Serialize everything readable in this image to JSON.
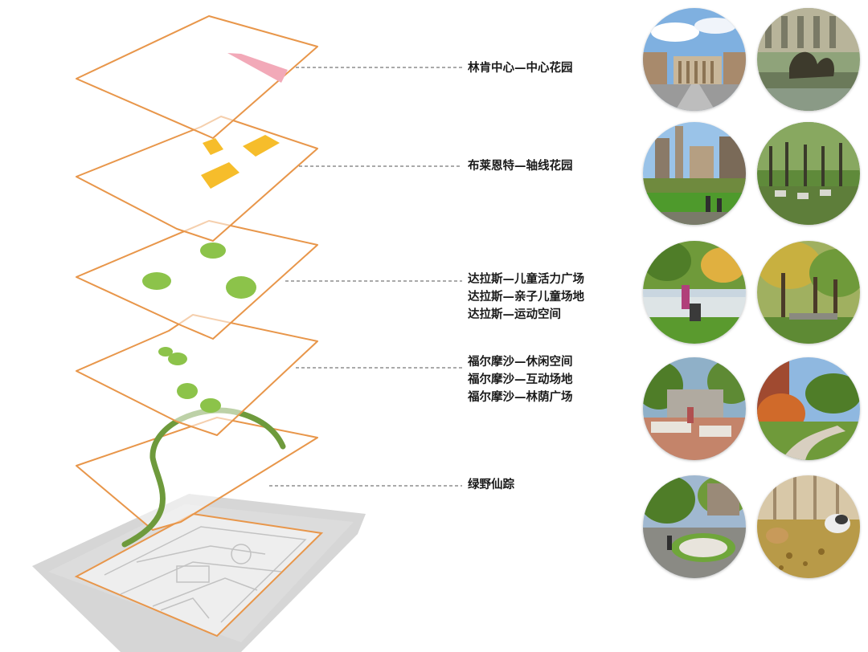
{
  "colors": {
    "layer_outline": "#e8964a",
    "leader_line": "#555555",
    "pink_block": "#f2a9b8",
    "yellow_block": "#f6bd2b",
    "green_spot": "#8cc34a",
    "green_arc": "#6e9a3c",
    "base_plan": "#d3d3d3"
  },
  "layers": [
    {
      "id": "lincoln",
      "lines": [
        "林肯中心—中心花园"
      ],
      "photos": [
        "plaza-photo",
        "courtyard-sculpture-photo"
      ]
    },
    {
      "id": "bryant",
      "lines": [
        "布莱恩特—轴线花园"
      ],
      "photos": [
        "city-park-lawn-photo",
        "tree-grove-photo"
      ]
    },
    {
      "id": "dallas",
      "lines": [
        "达拉斯—儿童活力广场",
        "达拉斯—亲子儿童场地",
        "达拉斯—运动空间"
      ],
      "photos": [
        "children-play-photo",
        "autumn-trees-photo"
      ]
    },
    {
      "id": "fulmozha",
      "lines": [
        "福尔摩沙—休闲空间",
        "福尔摩沙—互动场地",
        "福尔摩沙—林荫广场"
      ],
      "photos": [
        "leisure-seating-photo",
        "garden-path-photo"
      ]
    },
    {
      "id": "green",
      "lines": [
        "绿野仙踪"
      ],
      "photos": [
        "playground-photo",
        "dogs-on-leaves-photo"
      ]
    }
  ]
}
